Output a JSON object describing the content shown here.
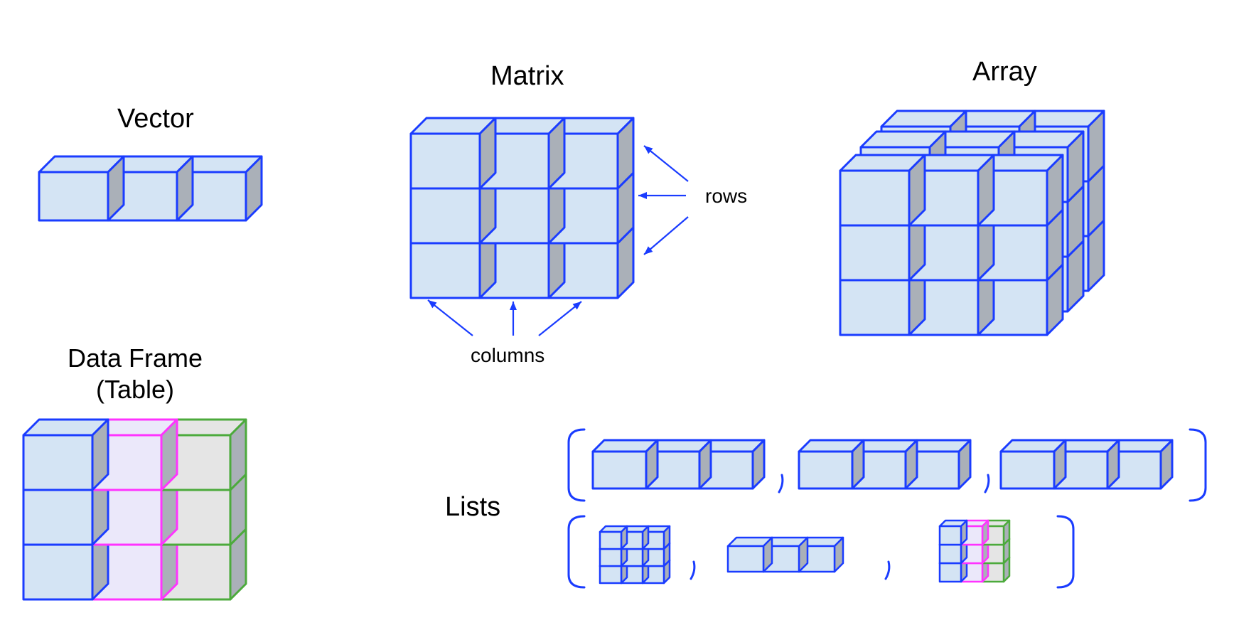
{
  "labels": {
    "vector": "Vector",
    "matrix": "Matrix",
    "array": "Array",
    "data_frame_line1": "Data Frame",
    "data_frame_line2": "(Table)",
    "lists": "Lists",
    "rows": "rows",
    "columns": "columns"
  },
  "colors": {
    "blue_stroke": "#1a3cff",
    "blue_face": "#d4e4f4",
    "top_face": "#d4e4f4",
    "side_face": "#aab0b8",
    "magenta_stroke": "#ff33ff",
    "magenta_face": "#ebe8fa",
    "green_stroke": "#4caa3c",
    "green_face": "#e5e5e5",
    "arrow": "#1a3cff"
  },
  "structures": {
    "vector": {
      "rows": 1,
      "cols": 3
    },
    "matrix": {
      "rows": 3,
      "cols": 3
    },
    "array": {
      "rows": 3,
      "cols": 3,
      "layers": 3
    },
    "data_frame": {
      "rows": 3,
      "column_colors": [
        "blue",
        "magenta",
        "green"
      ]
    },
    "lists": {
      "row1": [
        "vector",
        "vector",
        "vector"
      ],
      "row2": [
        "matrix",
        "vector",
        "data_frame"
      ]
    }
  }
}
